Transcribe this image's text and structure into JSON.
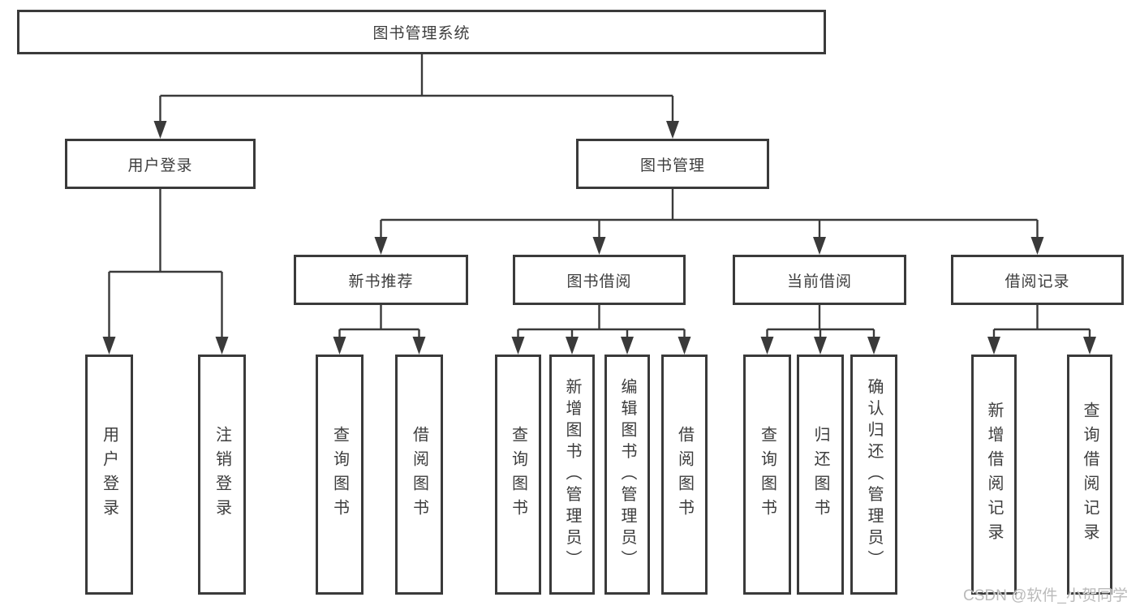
{
  "tree": {
    "label": "图书管理系统",
    "children": [
      {
        "label": "用户登录",
        "children": [
          {
            "label": "用户登录"
          },
          {
            "label": "注销登录"
          }
        ]
      },
      {
        "label": "图书管理",
        "children": [
          {
            "label": "新书推荐",
            "children": [
              {
                "label": "查询图书"
              },
              {
                "label": "借阅图书"
              }
            ]
          },
          {
            "label": "图书借阅",
            "children": [
              {
                "label": "查询图书"
              },
              {
                "label": "新增图书（管理员）"
              },
              {
                "label": "编辑图书（管理员）"
              },
              {
                "label": "借阅图书"
              }
            ]
          },
          {
            "label": "当前借阅",
            "children": [
              {
                "label": "查询图书"
              },
              {
                "label": "归还图书"
              },
              {
                "label": "确认归还（管理员）"
              }
            ]
          },
          {
            "label": "借阅记录",
            "children": [
              {
                "label": "新增借阅记录"
              },
              {
                "label": "查询借阅记录"
              }
            ]
          }
        ]
      }
    ]
  },
  "watermark": "CSDN @软件_小贺同学",
  "colors": {
    "line": "#3a3a3a",
    "box_border": "#3a3a3a",
    "text": "#3d3d3d",
    "watermark": "#b3b3b3",
    "background": "#ffffff"
  }
}
